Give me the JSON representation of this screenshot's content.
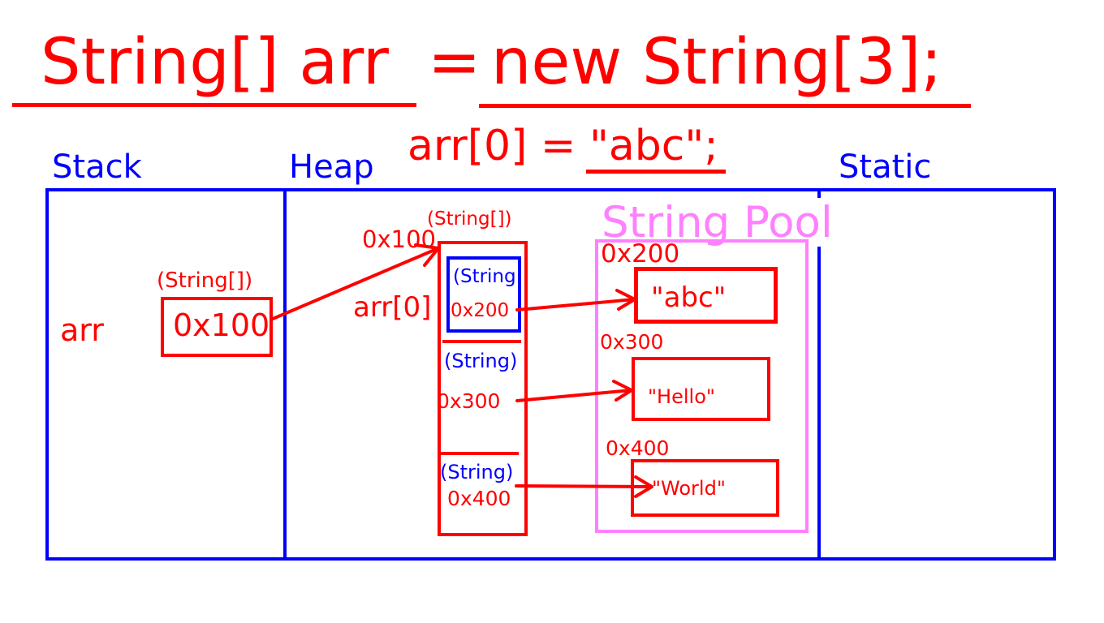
{
  "code": {
    "declaration_lhs": "String[] arr",
    "equals": "=",
    "declaration_rhs": "new String[3];",
    "assignment": "arr[0] = \"abc\";"
  },
  "regions": {
    "stack": "Stack",
    "heap": "Heap",
    "static": "Static",
    "string_pool": "String Pool"
  },
  "stack_frame": {
    "var_name": "arr",
    "type_label": "(String[])",
    "value": "0x100"
  },
  "array_object": {
    "type_label": "(String[])",
    "address": "0x100",
    "element_label": "arr[0]",
    "cells": [
      {
        "type_label": "(String",
        "value": "0x200"
      },
      {
        "type_label": "(String)",
        "value": "0x300"
      },
      {
        "type_label": "(String)",
        "value": "0x400"
      }
    ]
  },
  "pool_strings": [
    {
      "address": "0x200",
      "value": "\"abc\""
    },
    {
      "address": "0x300",
      "value": "\"Hello\""
    },
    {
      "address": "0x400",
      "value": "\"World\""
    }
  ],
  "colors": {
    "red": "#ff0000",
    "blue": "#0000ff",
    "pink": "#ff80ff"
  }
}
